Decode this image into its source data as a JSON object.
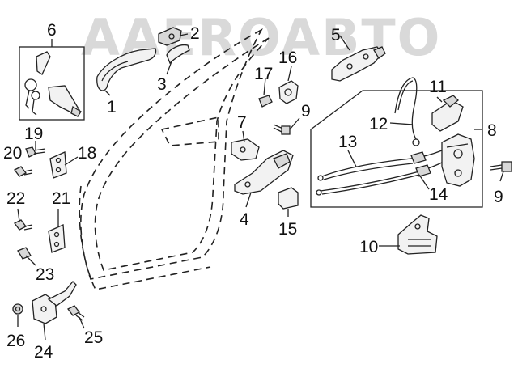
{
  "watermark": "AAEROABTO",
  "callouts": [
    "1",
    "2",
    "3",
    "4",
    "5",
    "6",
    "7",
    "8",
    "9",
    "9",
    "10",
    "11",
    "12",
    "13",
    "14",
    "15",
    "16",
    "17",
    "18",
    "19",
    "20",
    "21",
    "22",
    "23",
    "24",
    "25",
    "26"
  ],
  "parts": {
    "outer_handle": "door-outer-handle",
    "handle_cover": "handle-cover",
    "handle_cap": "handle-cap",
    "lock_cylinder_set": "lock-cylinder-set",
    "door_shell": "door-shell-outline",
    "inner_handle_bracket": "inner-handle-bracket",
    "latch_bracket": "latch-bracket",
    "lock_rod": "lock-rod",
    "rod_clip": "rod-clip",
    "cable_assembly": "cable-assembly",
    "door_latch": "door-latch",
    "striker": "striker",
    "check_link": "door-check-link",
    "hinge_upper": "upper-hinge",
    "hinge_lower": "lower-hinge"
  }
}
